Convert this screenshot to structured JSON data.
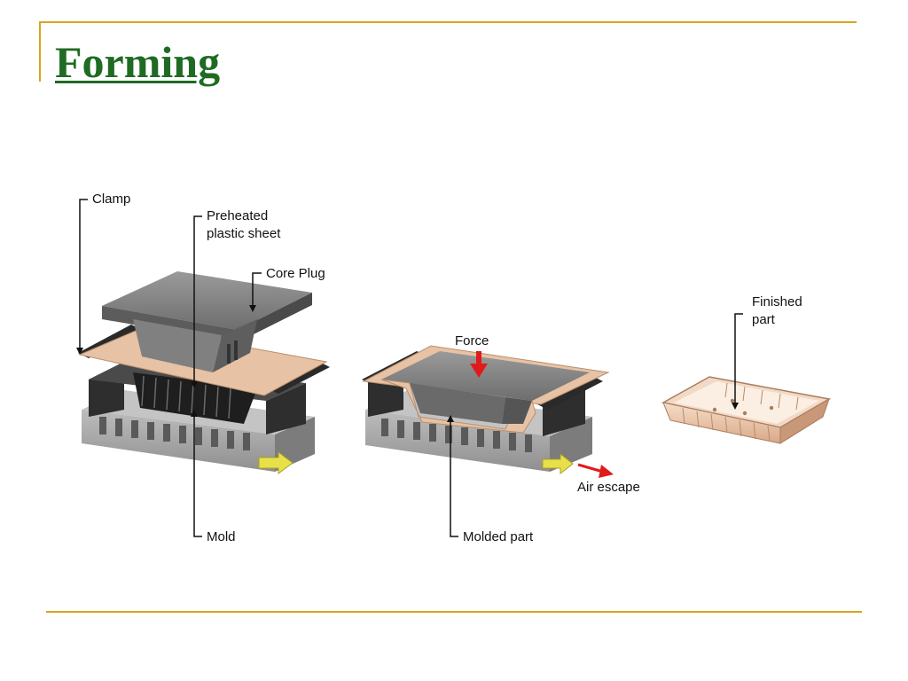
{
  "slide": {
    "title": "Forming",
    "accent_color": "#d9a520",
    "title_color": "#1f6b23"
  },
  "diagram": {
    "labels": {
      "clamp": "Clamp",
      "preheated_line1": "Preheated",
      "preheated_line2": "plastic sheet",
      "core_plug": "Core Plug",
      "force": "Force",
      "finished_line1": "Finished",
      "finished_line2": "part",
      "mold": "Mold",
      "molded_part": "Molded part",
      "air_escape": "Air escape"
    },
    "colors": {
      "plastic": "#e8c2a4",
      "mold_gray": "#a8a8a8",
      "dark": "#3a3a3a",
      "plug_gray": "#7a7a7a",
      "force_arrow": "#e01b1b",
      "air_arrow": "#e8e04a"
    }
  }
}
